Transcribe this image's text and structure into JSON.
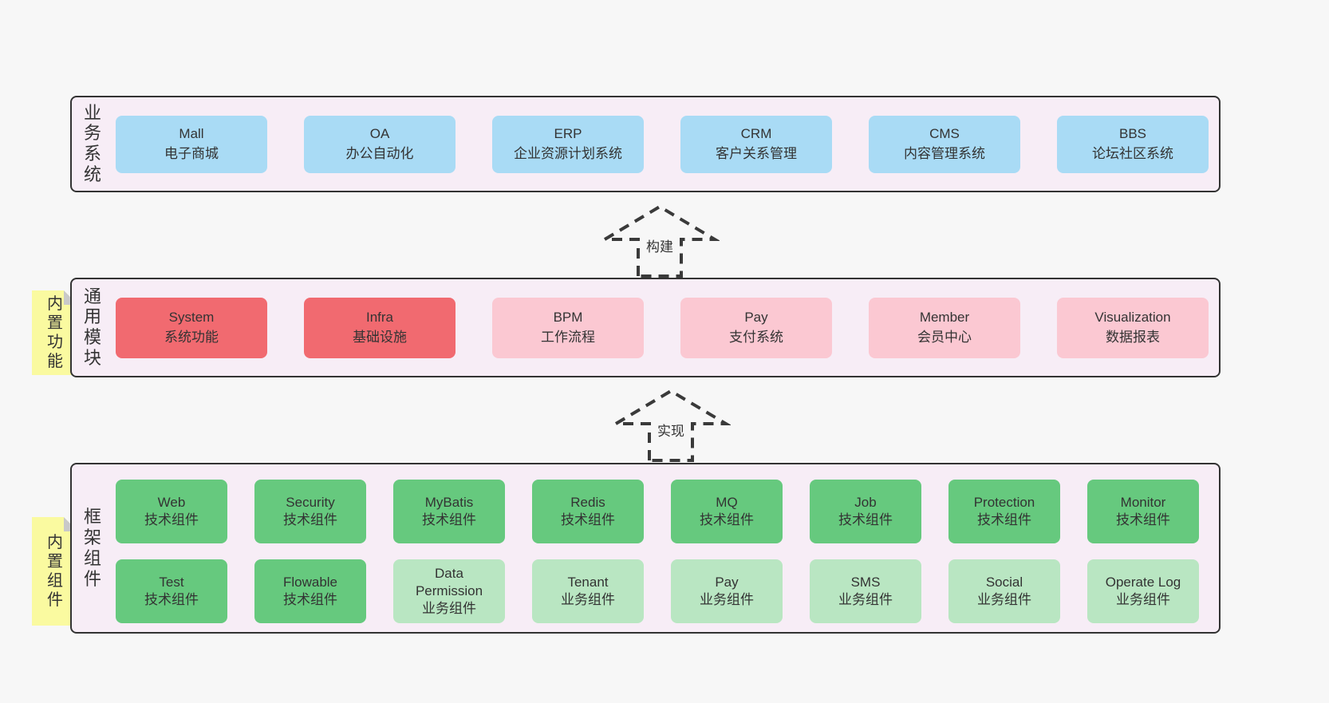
{
  "colors": {
    "page_bg": "#f7f7f7",
    "band_bg": "#f7edf6",
    "band_border": "#333333",
    "system_blue": "#a9dbf5",
    "module_red": "#f16a70",
    "module_pink": "#fbc8d2",
    "component_green_dark": "#66c97e",
    "component_green_light": "#b9e6c2",
    "note_yellow": "#fafaa0",
    "note_fold_gray": "#c9c9c9",
    "text": "#333333"
  },
  "arrows": [
    {
      "label": "构建"
    },
    {
      "label": "实现"
    }
  ],
  "layers": {
    "business": {
      "label": "业务系统",
      "boxes": [
        {
          "name": "Mall",
          "sub": "电子商城"
        },
        {
          "name": "OA",
          "sub": "办公自动化"
        },
        {
          "name": "ERP",
          "sub": "企业资源计划系统"
        },
        {
          "name": "CRM",
          "sub": "客户关系管理"
        },
        {
          "name": "CMS",
          "sub": "内容管理系统"
        },
        {
          "name": "BBS",
          "sub": "论坛社区系统"
        }
      ]
    },
    "modules": {
      "label": "通用模块",
      "note": "内置功能",
      "boxes": [
        {
          "name": "System",
          "sub": "系统功能"
        },
        {
          "name": "Infra",
          "sub": "基础设施"
        },
        {
          "name": "BPM",
          "sub": "工作流程"
        },
        {
          "name": "Pay",
          "sub": "支付系统"
        },
        {
          "name": "Member",
          "sub": "会员中心"
        },
        {
          "name": "Visualization",
          "sub": "数据报表"
        }
      ]
    },
    "components": {
      "label": "框架组件",
      "note": "内置组件",
      "rows": [
        [
          {
            "name": "Web",
            "sub": "技术组件"
          },
          {
            "name": "Security",
            "sub": "技术组件"
          },
          {
            "name": "MyBatis",
            "sub": "技术组件"
          },
          {
            "name": "Redis",
            "sub": "技术组件"
          },
          {
            "name": "MQ",
            "sub": "技术组件"
          },
          {
            "name": "Job",
            "sub": "技术组件"
          },
          {
            "name": "Protection",
            "sub": "技术组件"
          },
          {
            "name": "Monitor",
            "sub": "技术组件"
          }
        ],
        [
          {
            "name": "Test",
            "sub": "技术组件"
          },
          {
            "name": "Flowable",
            "sub": "技术组件"
          },
          {
            "name": "Data Permission",
            "sub": "业务组件"
          },
          {
            "name": "Tenant",
            "sub": "业务组件"
          },
          {
            "name": "Pay",
            "sub": "业务组件"
          },
          {
            "name": "SMS",
            "sub": "业务组件"
          },
          {
            "name": "Social",
            "sub": "业务组件"
          },
          {
            "name": "Operate Log",
            "sub": "业务组件"
          }
        ]
      ]
    }
  }
}
